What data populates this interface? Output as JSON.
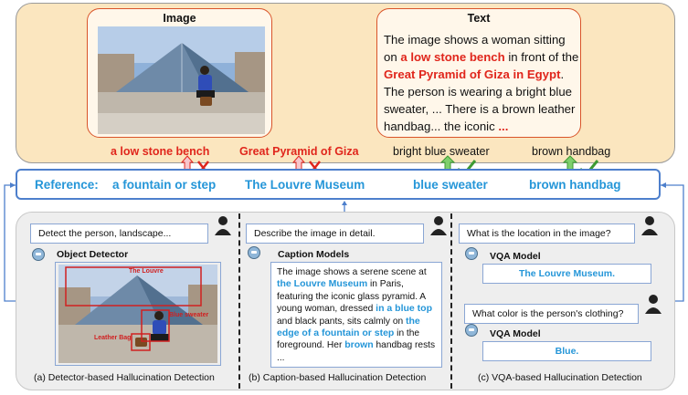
{
  "top": {
    "image_title": "Image",
    "text_title": "Text",
    "text_parts": [
      {
        "t": "The image shows a woman sitting on ",
        "c": "n"
      },
      {
        "t": "a low stone bench",
        "c": "r"
      },
      {
        "t": " in front of the ",
        "c": "n"
      },
      {
        "t": "Great Pyramid of Giza in Egypt",
        "c": "r"
      },
      {
        "t": ". The person is wearing a bright blue sweater, ... There is a brown leather handbag... the iconic ",
        "c": "n"
      },
      {
        "t": "...",
        "c": "r"
      }
    ]
  },
  "comparisons": [
    {
      "claim": "a low stone bench",
      "reference": "a fountain or step",
      "verdict": "wrong"
    },
    {
      "claim": "Great Pyramid of Giza",
      "reference": "The Louvre Museum",
      "verdict": "wrong"
    },
    {
      "claim": "bright blue sweater",
      "reference": "blue sweater",
      "verdict": "correct"
    },
    {
      "claim": "brown handbag",
      "reference": "brown handbag",
      "verdict": "correct"
    }
  ],
  "reference_label": "Reference:",
  "detector": {
    "prompt": "Detect the person, landscape...",
    "model": "Object Detector",
    "boxes": [
      "The Louvre",
      "Blue sweater",
      "Leather Bag"
    ],
    "caption": "(a) Detector-based Hallucination Detection"
  },
  "captioner": {
    "prompt": "Describe the image in detail.",
    "model": "Caption Models",
    "parts": [
      {
        "t": "The image shows a serene scene at ",
        "c": "n"
      },
      {
        "t": "the Louvre Museum",
        "c": "b"
      },
      {
        "t": " in Paris, featuring the iconic glass pyramid. A young woman, dressed ",
        "c": "n"
      },
      {
        "t": "in a blue top",
        "c": "b"
      },
      {
        "t": " and black pants, sits calmly on ",
        "c": "n"
      },
      {
        "t": "the edge of a fountain or step",
        "c": "b"
      },
      {
        "t": " in the foreground. Her ",
        "c": "n"
      },
      {
        "t": "brown",
        "c": "b"
      },
      {
        "t": " handbag rests ...",
        "c": "n"
      }
    ],
    "caption": "(b) Caption-based Hallucination Detection"
  },
  "vqa": {
    "q1": "What is the location in the image?",
    "model1": "VQA Model",
    "a1": "The Louvre Museum.",
    "q2": "What color is the person's clothing?",
    "model2": "VQA Model",
    "a2": "Blue.",
    "caption": "(c) VQA-based Hallucination Detection"
  },
  "colors": {
    "red": "#e0261c",
    "blue": "#2596d8",
    "green": "#5ab94a",
    "pink": "#f29aa4",
    "panel": "#fbe6bf",
    "border_blue": "#4d7fcc"
  }
}
